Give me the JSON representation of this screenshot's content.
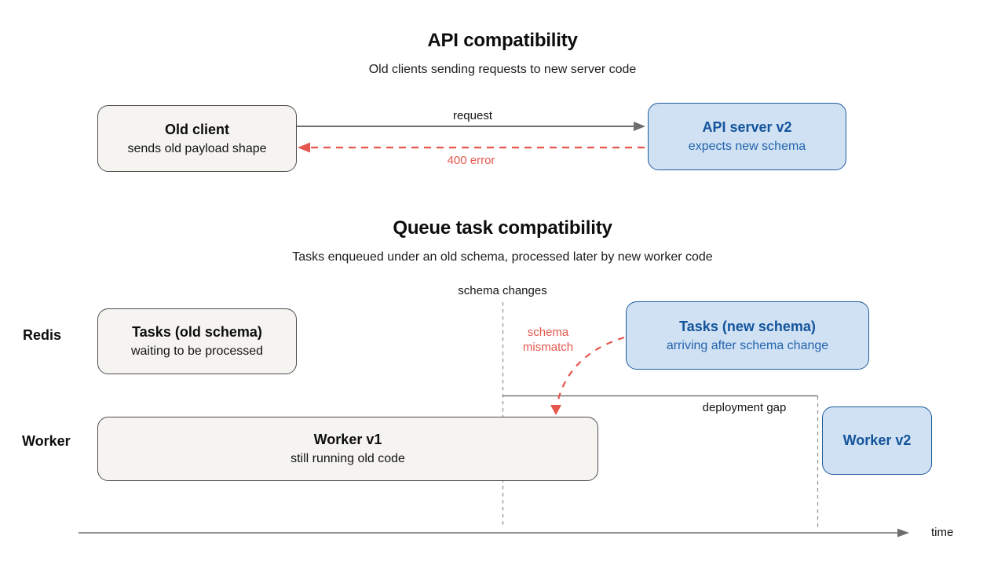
{
  "colors": {
    "accent_blue_fill": "#cfe1f3",
    "accent_blue_border": "#1f5c9c",
    "accent_blue_text": "#14549c",
    "neutral_box_fill": "#f5f4f1",
    "neutral_box_border": "#4d4d4d",
    "error_red": "#e5564c",
    "arrow_gray": "#6e6e6e",
    "text_black": "#0d0d0d"
  },
  "api_section": {
    "title": "API compatibility",
    "subtitle": "Old clients sending requests to new server code",
    "old_client_box": {
      "title": "Old client",
      "subtitle": "sends old payload shape"
    },
    "api_server_box": {
      "title": "API server v2",
      "subtitle": "expects new schema"
    },
    "request_arrow_label": "request",
    "error_arrow_label": "400 error"
  },
  "queue_section": {
    "title": "Queue task compatibility",
    "subtitle": "Tasks enqueued under an old schema, processed later by new worker code",
    "schema_changes_label": "schema changes",
    "schema_mismatch_label": {
      "line1": "schema",
      "line2": "mismatch"
    },
    "deployment_gap_label": "deployment gap",
    "time_axis_label": "time",
    "lane_labels": {
      "redis": "Redis",
      "worker": "Worker"
    },
    "tasks_old_box": {
      "title": "Tasks (old schema)",
      "subtitle": "waiting to be processed"
    },
    "tasks_new_box": {
      "title": "Tasks (new schema)",
      "subtitle": "arriving after schema change"
    },
    "worker_v1_box": {
      "title": "Worker v1",
      "subtitle": "still running old code"
    },
    "worker_v2_box": {
      "title": "Worker v2"
    }
  }
}
